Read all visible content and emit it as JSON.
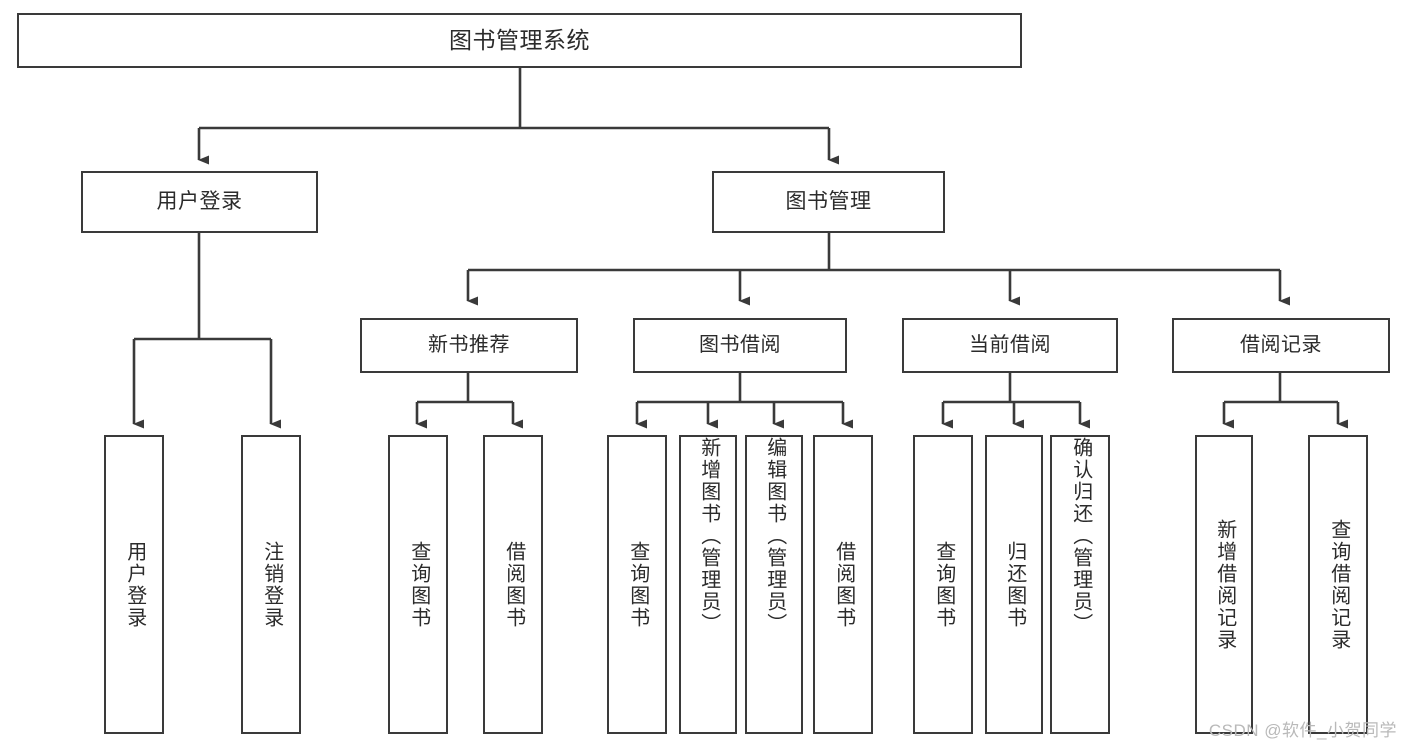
{
  "diagram": {
    "title": "图书管理系统",
    "type": "tree",
    "watermark": "CSDN @软件_小贺同学",
    "colors": {
      "box_border": "#3a3a3a",
      "box_fill": "#ffffff",
      "connector": "#3a3a3a",
      "text": "#2b2b2b",
      "watermark": "#b9b9b9",
      "background": "#ffffff"
    },
    "levels": {
      "level0": "root",
      "level1": "modules",
      "level2": "submodules",
      "level3": "functions"
    },
    "nodes": {
      "root": {
        "label": "图书管理系统"
      },
      "level1": [
        {
          "id": "user-login",
          "label": "用户登录"
        },
        {
          "id": "book-manage",
          "label": "图书管理"
        }
      ],
      "level2": [
        {
          "id": "new-book-rec",
          "label": "新书推荐",
          "parent": "book-manage"
        },
        {
          "id": "book-borrow",
          "label": "图书借阅",
          "parent": "book-manage"
        },
        {
          "id": "current-borrow",
          "label": "当前借阅",
          "parent": "book-manage"
        },
        {
          "id": "borrow-record",
          "label": "借阅记录",
          "parent": "book-manage"
        }
      ],
      "level3": [
        {
          "id": "leaf-1",
          "label": "用户登录",
          "parent": "user-login"
        },
        {
          "id": "leaf-2",
          "label": "注销登录",
          "parent": "user-login"
        },
        {
          "id": "leaf-3",
          "label": "查询图书",
          "parent": "new-book-rec"
        },
        {
          "id": "leaf-4",
          "label": "借阅图书",
          "parent": "new-book-rec"
        },
        {
          "id": "leaf-5",
          "label": "查询图书",
          "parent": "book-borrow"
        },
        {
          "id": "leaf-6",
          "label": "新增图书（管理员）",
          "parent": "book-borrow"
        },
        {
          "id": "leaf-7",
          "label": "编辑图书（管理员）",
          "parent": "book-borrow"
        },
        {
          "id": "leaf-8",
          "label": "借阅图书",
          "parent": "book-borrow"
        },
        {
          "id": "leaf-9",
          "label": "查询图书",
          "parent": "current-borrow"
        },
        {
          "id": "leaf-10",
          "label": "归还图书",
          "parent": "current-borrow"
        },
        {
          "id": "leaf-11",
          "label": "确认归还（管理员）",
          "parent": "current-borrow"
        },
        {
          "id": "leaf-12",
          "label": "新增借阅记录",
          "parent": "borrow-record"
        },
        {
          "id": "leaf-13",
          "label": "查询借阅记录",
          "parent": "borrow-record"
        }
      ]
    }
  }
}
